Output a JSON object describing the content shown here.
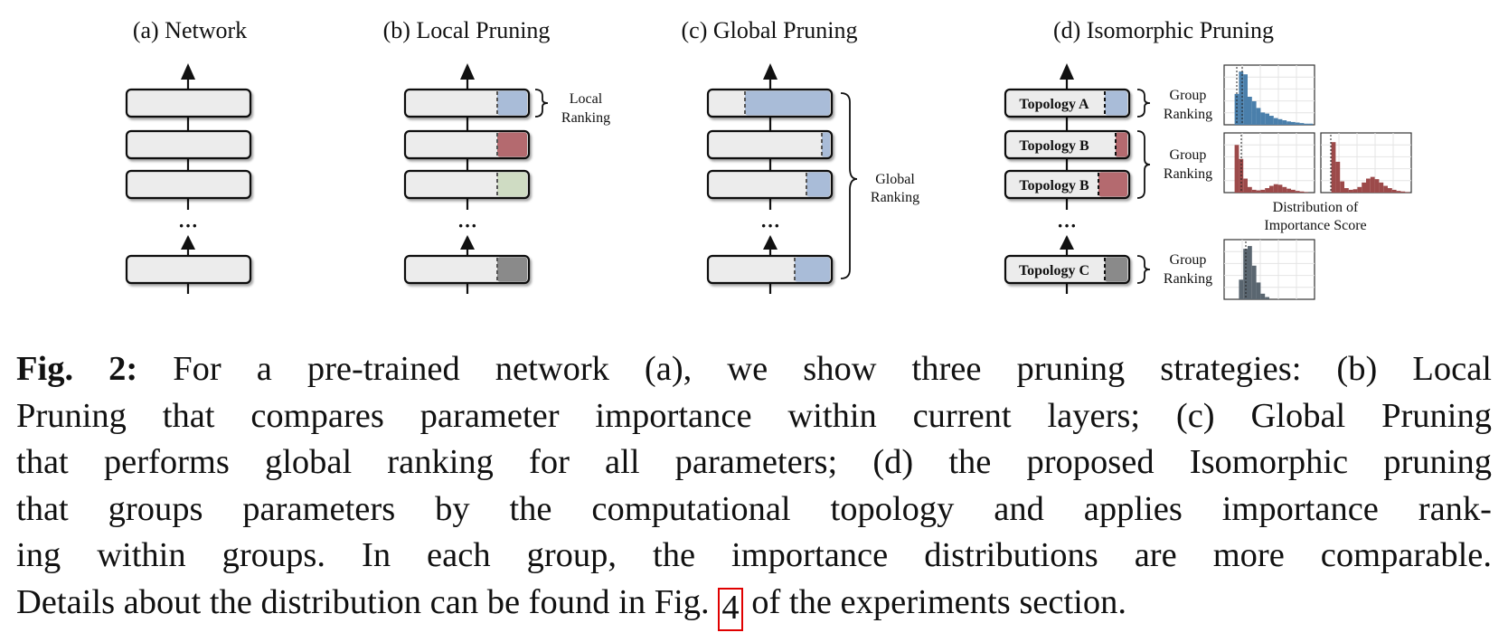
{
  "panels": {
    "a": {
      "title": "(a) Network"
    },
    "b": {
      "title": "(b) Local Pruning",
      "ranking_label": [
        "Local",
        "Ranking"
      ]
    },
    "c": {
      "title": "(c) Global Pruning",
      "ranking_label": [
        "Global",
        "Ranking"
      ]
    },
    "d": {
      "title": "(d) Isomorphic Pruning",
      "topologies": [
        "Topology A",
        "Topology B",
        "Topology B",
        "Topology C"
      ],
      "group_label": [
        "Group",
        "Ranking"
      ],
      "distribution_label": [
        "Distribution of",
        "Importance Score"
      ]
    }
  },
  "ellipsis": "···",
  "colors": {
    "layer_fill": "#ececec",
    "blue": "#a9bcd8",
    "red": "#b46a6f",
    "green": "#cfdcc3",
    "gray": "#8a8a8a",
    "hist_blue": "#4a7fab",
    "hist_red": "#9c4a4a",
    "hist_gray": "#5a6670"
  },
  "caption": {
    "label": "Fig. 2:",
    "lines": [
      "For a pre-trained network (a), we show three pruning strategies: (b) Local",
      "Pruning that compares parameter importance within current layers; (c) Global Pruning",
      "that performs global ranking for all parameters; (d) the proposed Isomorphic pruning",
      "that groups parameters by the computational topology and applies importance rank-",
      "ing within groups. In each group, the importance distributions are more comparable.",
      "Details about the distribution can be found in Fig."
    ],
    "figure_ref": "4",
    "tail": "of the experiments section."
  }
}
